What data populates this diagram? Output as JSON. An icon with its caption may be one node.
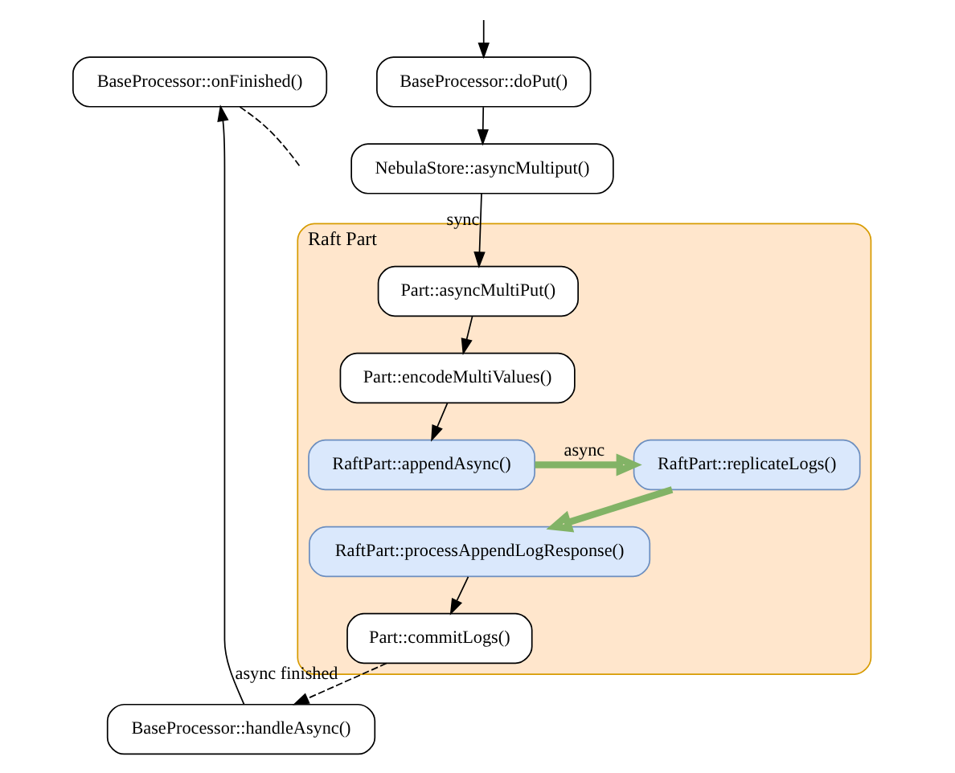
{
  "diagram": {
    "nodes": [
      {
        "text": [
          "BaseProcessor::doPut()"
        ]
      },
      {
        "text": [
          "BaseProcessor::onFinished()"
        ]
      },
      {
        "text": [
          "NebulaStore::asyncMultiput()"
        ]
      },
      {
        "text": [
          "BaseProcessor::handleAsync()"
        ]
      },
      {
        "text": [
          "Raft Part"
        ]
      },
      {
        "text": [
          "Part::asyncMultiPut()"
        ],
        "in": 4
      },
      {
        "text": [
          "Part::encodeMultiValues()"
        ],
        "in": 4
      },
      {
        "text": [
          "RaftPart::appendAsync()"
        ],
        "in": 4
      },
      {
        "text": [
          "RaftPart::replicateLogs()"
        ],
        "in": 4
      },
      {
        "text": [
          "RaftPart::processAppendLogResponse()"
        ],
        "in": 4
      },
      {
        "text": [
          "Part::commitLogs()"
        ],
        "in": 4
      }
    ],
    "edges": [
      {
        "from": null,
        "to": 0,
        "arrow": "to"
      },
      {
        "from": 0,
        "to": 2,
        "arrow": "to"
      },
      {
        "from": 2,
        "to": 5,
        "arrow": "to",
        "label": "sync"
      },
      {
        "from": 5,
        "to": 6,
        "arrow": "to"
      },
      {
        "from": 6,
        "to": 7,
        "arrow": "to"
      },
      {
        "from": 7,
        "to": 8,
        "arrow": "to",
        "label": "async",
        "style": "thick",
        "color": "#82b366"
      },
      {
        "from": 8,
        "to": 9,
        "arrow": "to",
        "style": "thick",
        "color": "#82b366"
      },
      {
        "from": 9,
        "to": 10,
        "arrow": "to"
      },
      {
        "from": 10,
        "to": 3,
        "arrow": "to",
        "label": "async finished",
        "style": "dashed"
      },
      {
        "from": 3,
        "to": 1,
        "arrow": "to"
      },
      {
        "from": 1,
        "to": null,
        "arrow": "none",
        "style": "dashed"
      }
    ]
  }
}
